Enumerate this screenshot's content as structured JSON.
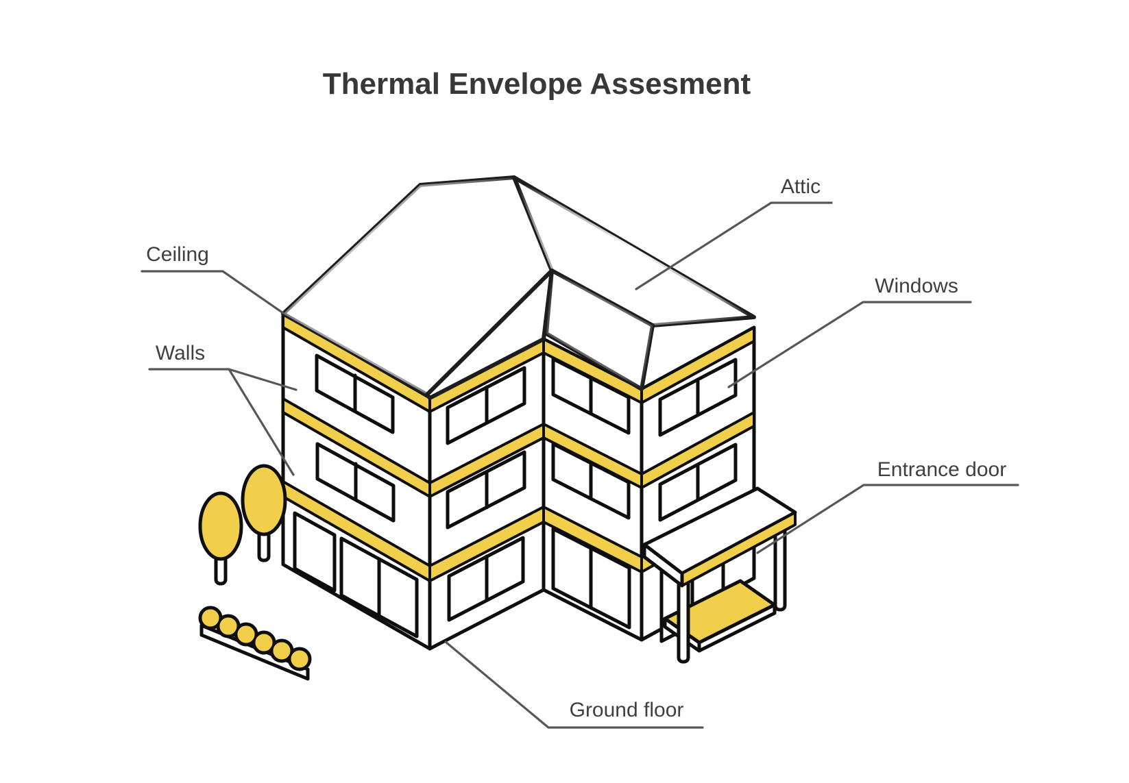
{
  "title": "Thermal Envelope Assesment",
  "labels": {
    "ceiling": "Ceiling",
    "walls": "Walls",
    "attic": "Attic",
    "windows": "Windows",
    "entrance_door": "Entrance door",
    "ground_floor": "Ground floor"
  },
  "diagram": {
    "type": "isometric-building-thermal-envelope",
    "building": {
      "floors": 3,
      "callouts": [
        {
          "label": "Attic",
          "target": "roof-plane"
        },
        {
          "label": "Ceiling",
          "target": "ceiling-band-top-of-walls"
        },
        {
          "label": "Walls",
          "target": "upper-floor-walls"
        },
        {
          "label": "Windows",
          "target": "third-floor-window-right-facade"
        },
        {
          "label": "Entrance door",
          "target": "porch-door-under-canopy"
        },
        {
          "label": "Ground floor",
          "target": "building-base-front-corner"
        }
      ]
    }
  },
  "colors": {
    "accent_yellow": "#F2CF4A",
    "outline_black": "#0E0E0E",
    "roof_line": "#1D1D1D",
    "leader_gray": "#575757",
    "label_text": "#3F3F3F",
    "title_text": "#383838",
    "roof_hatch": "#E7E7E7"
  }
}
